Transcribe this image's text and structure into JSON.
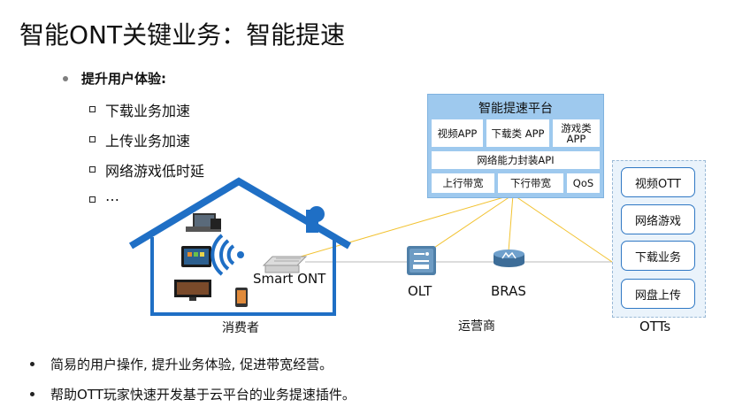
{
  "title": "智能ONT关键业务：智能提速",
  "section": {
    "heading": "提升用户体验:",
    "items": [
      "下载业务加速",
      "上传业务加速",
      "网络游戏低时延",
      "…"
    ]
  },
  "platform": {
    "title": "智能提速平台",
    "apps": [
      "视频APP",
      "下载类 APP",
      "游戏类APP"
    ],
    "api": "网络能力封装API",
    "bottom": [
      "上行带宽",
      "下行带宽",
      "QoS"
    ]
  },
  "otts": {
    "items": [
      "视频OTT",
      "网络游戏",
      "下载业务",
      "网盘上传"
    ],
    "label": "OTTs"
  },
  "devices": {
    "ont": "Smart ONT",
    "olt": "OLT",
    "bras": "BRAS"
  },
  "labels": {
    "consumer": "消费者",
    "operator": "运营商"
  },
  "bullets": [
    "简易的用户操作, 提升业务体验, 促进带宽经营。",
    "帮助OTT玩家快速开发基于云平台的业务提速插件。"
  ],
  "colors": {
    "house": "#1f6fc5",
    "platform": "#9ec9ee",
    "ott_border": "#2f78c4",
    "link_yellow": "#f2c230",
    "link_gray": "#b8b8b8"
  }
}
